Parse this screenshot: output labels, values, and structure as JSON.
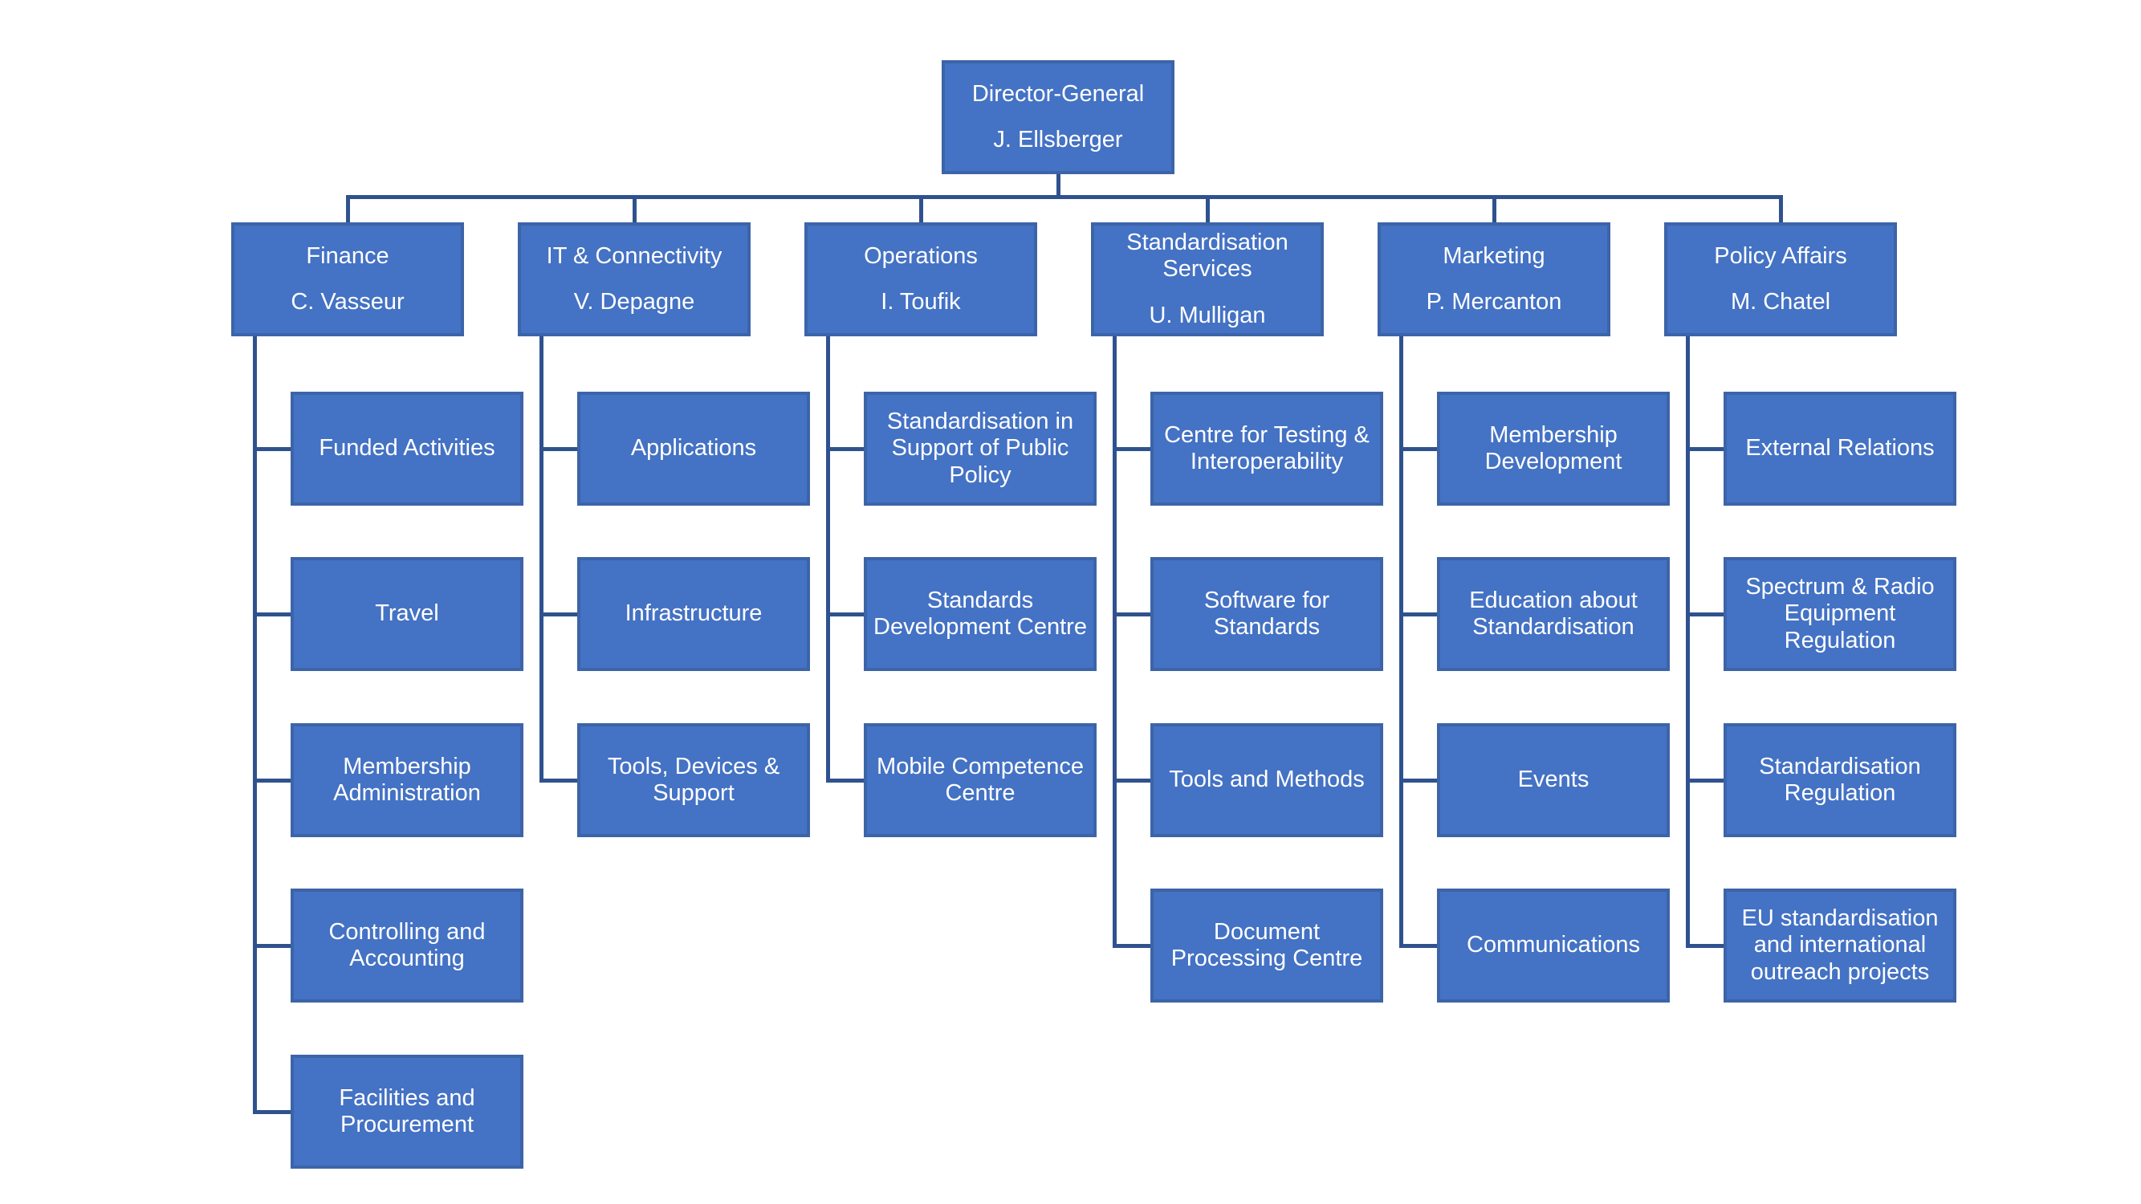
{
  "root": {
    "title": "Director-General",
    "person": "J. Ellsberger"
  },
  "departments": [
    {
      "title": "Finance",
      "person": "C. Vasseur",
      "children": [
        "Funded Activities",
        "Travel",
        "Membership Administration",
        "Controlling and Accounting",
        "Facilities and Procurement"
      ]
    },
    {
      "title": "IT & Connectivity",
      "person": "V. Depagne",
      "children": [
        "Applications",
        "Infrastructure",
        "Tools, Devices & Support"
      ]
    },
    {
      "title": "Operations",
      "person": "I. Toufik",
      "children": [
        "Standardisation in Support of Public Policy",
        "Standards Development Centre",
        "Mobile Competence Centre"
      ]
    },
    {
      "title": "Standardisation Services",
      "person": "U. Mulligan",
      "children": [
        "Centre for Testing & Interoperability",
        "Software for Standards",
        "Tools and Methods",
        "Document Processing Centre"
      ]
    },
    {
      "title": "Marketing",
      "person": "P. Mercanton",
      "children": [
        "Membership Development",
        "Education about Standardisation",
        "Events",
        "Communications"
      ]
    },
    {
      "title": "Policy Affairs",
      "person": "M. Chatel",
      "children": [
        "External Relations",
        "Spectrum & Radio Equipment Regulation",
        "Standardisation Regulation",
        "EU standardisation and international outreach projects"
      ]
    }
  ],
  "colors": {
    "box_fill": "#4472C4",
    "box_border": "#3C64A8",
    "connector": "#2F528F",
    "text": "#FFFFFF",
    "background": "#FFFFFF"
  }
}
